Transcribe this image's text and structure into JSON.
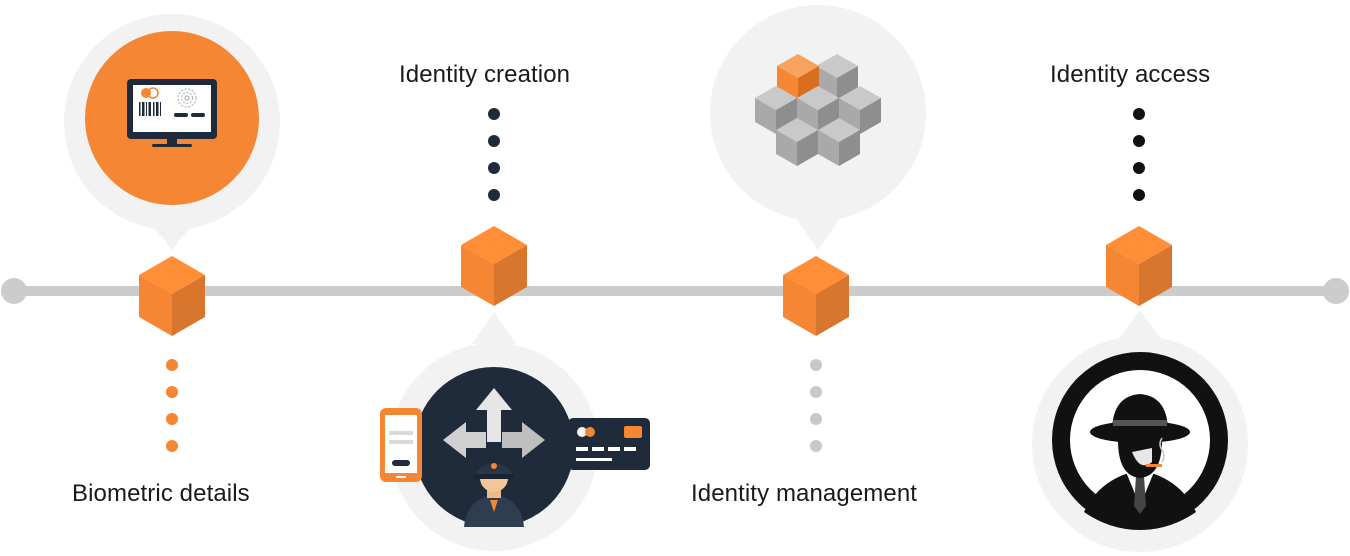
{
  "timeline": {
    "stages": [
      {
        "label": "Biometric details",
        "icon": "computer-monitor-icon",
        "cube_color": "#f58634",
        "dot_color": "#f58634"
      },
      {
        "label": "Identity creation",
        "icon": "decision-arrows-officer-icon",
        "cube_color": "#f58634",
        "dot_color": "#1f2b3a"
      },
      {
        "label": "Identity management",
        "icon": "cube-cluster-icon",
        "cube_color": "#f58634",
        "dot_color": "#c8c8c8"
      },
      {
        "label": "Identity access",
        "icon": "spy-fedora-icon",
        "cube_color": "#f58634",
        "dot_color": "#111111"
      }
    ]
  },
  "colors": {
    "accent": "#f58634",
    "navy": "#1f2b3a",
    "line": "#cccccc",
    "bubble": "#f2f2f2"
  }
}
